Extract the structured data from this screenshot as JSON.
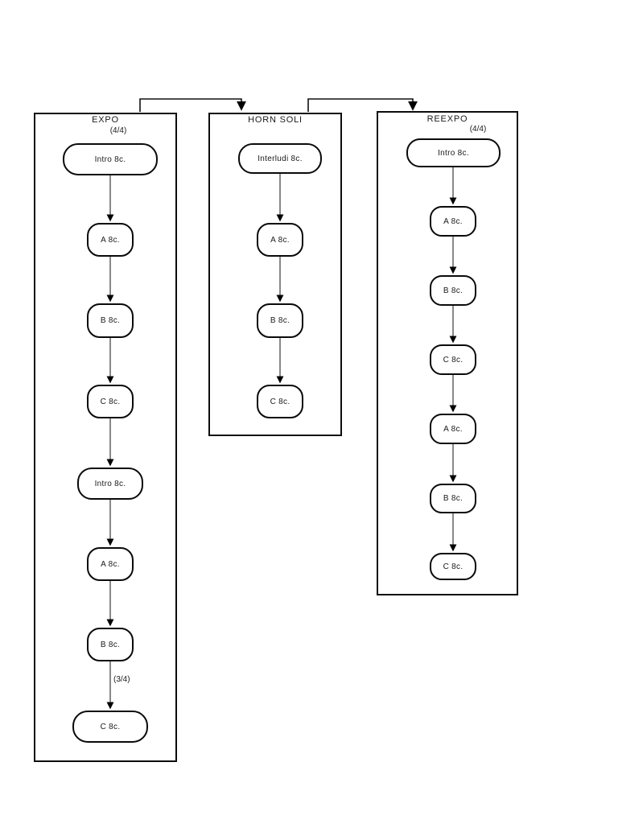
{
  "page": {
    "background_color": "#ffffff"
  },
  "diagram": {
    "type": "flowchart",
    "description": "Musical form flowchart with three sections of rounded nodes connected by downward arrows",
    "colors": {
      "box_stroke": "#0d0d0d",
      "node_stroke": "#0a0a0a",
      "node_fill": "#ffffff",
      "arrow": "#3a3a3a",
      "text": "#1a1a1a"
    },
    "columns": [
      {
        "title": "EXPO",
        "time_signature": "(4/4)",
        "nodes": [
          "Intro 8c.",
          "A 8c.",
          "B 8c.",
          "C 8c.",
          "Intro 8c.",
          "A 8c.",
          "B 8c.",
          "C 8c."
        ],
        "edge_annotation": {
          "text": "(3/4)",
          "position": "on arrow between second B 8c. and final C 8c."
        }
      },
      {
        "title": "HORN SOLI",
        "nodes": [
          "Interludi 8c.",
          "A 8c.",
          "B 8c.",
          "C 8c."
        ]
      },
      {
        "title": "REEXPO",
        "time_signature": "(4/4)",
        "nodes": [
          "Intro 8c.",
          "A 8c.",
          "B 8c.",
          "C 8c.",
          "A 8c.",
          "B 8c.",
          "C 8c."
        ]
      }
    ],
    "inter_column_arrows": [
      {
        "from": "EXPO",
        "to": "HORN SOLI"
      },
      {
        "from": "HORN SOLI",
        "to": "REEXPO"
      }
    ]
  }
}
